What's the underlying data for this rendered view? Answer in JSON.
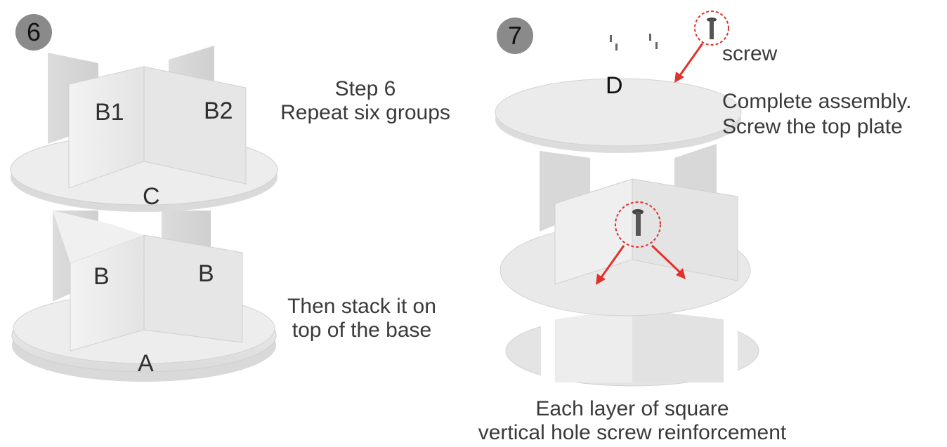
{
  "step6": {
    "badge": "6",
    "title": "Step 6",
    "subtitle": "Repeat six groups",
    "stack_line1": "Then stack it on",
    "stack_line2": "top of the base",
    "labels": {
      "b1": "B1",
      "b2": "B2",
      "c": "C",
      "b_left": "B",
      "b_right": "B",
      "a": "A"
    }
  },
  "step7": {
    "badge": "7",
    "screw_label": "screw",
    "complete_line1": "Complete assembly.",
    "complete_line2": "Screw the top plate",
    "plate_label": "D",
    "reinforce_line1": "Each layer of square",
    "reinforce_line2": "vertical hole screw reinforcement"
  },
  "colors": {
    "panel": "#ececec",
    "panel_shadow": "#d6d6d6",
    "plate": "#e9e9e9",
    "badge": "#8a8a8a",
    "arrow": "#e0322b",
    "text": "#3a3a3a"
  }
}
